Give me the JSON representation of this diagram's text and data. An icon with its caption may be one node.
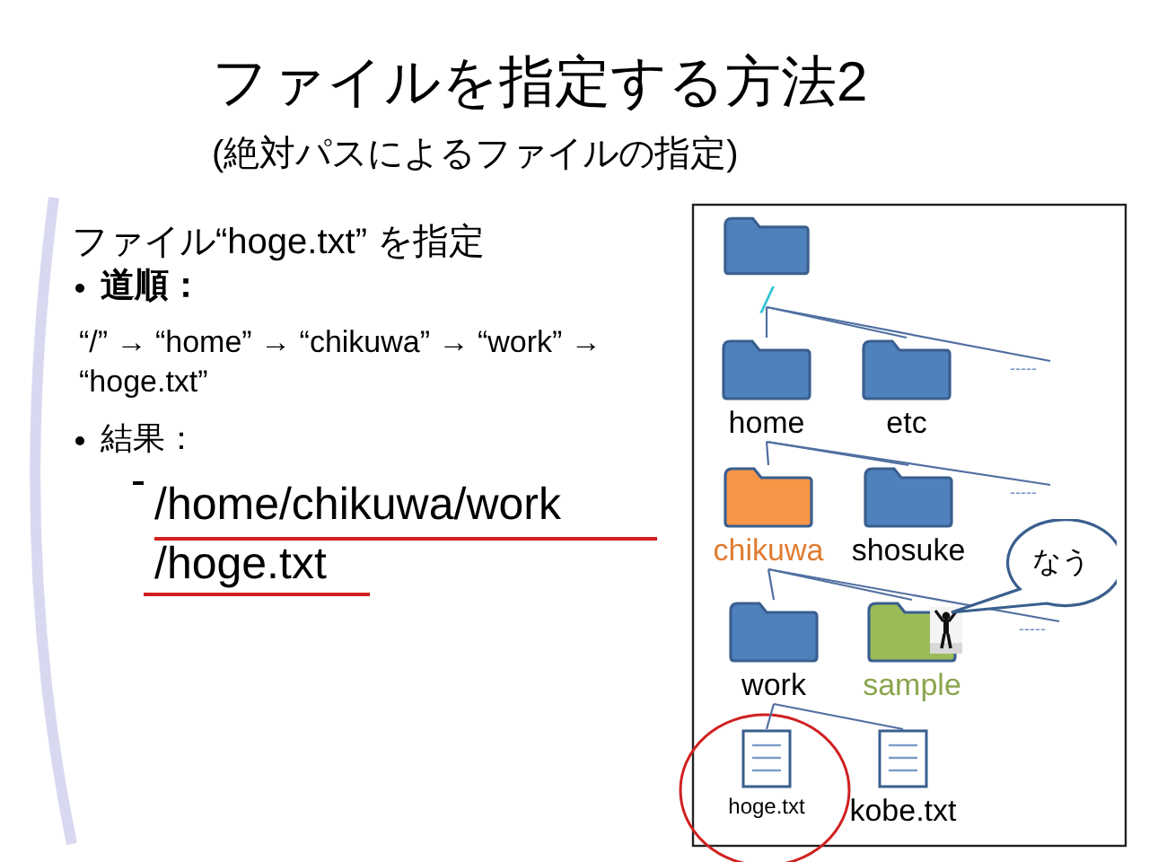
{
  "diagram": {
    "title": "ファイルを指定する方法2",
    "caption": "(絶対パスによるファイルの指定)",
    "nodes": [
      {
        "text": [
          "/"
        ]
      },
      {
        "text": [
          "home"
        ]
      },
      {
        "text": [
          "etc"
        ]
      },
      {
        "text": [
          "-----"
        ]
      },
      {
        "text": [
          "chikuwa"
        ]
      },
      {
        "text": [
          "shosuke"
        ]
      },
      {
        "text": [
          "-----"
        ]
      },
      {
        "text": [
          "work"
        ]
      },
      {
        "text": [
          "sample"
        ]
      },
      {
        "text": [
          "-----"
        ]
      },
      {
        "text": [
          "hoge.txt"
        ]
      },
      {
        "text": [
          "kobe.txt"
        ]
      },
      {
        "text": [
          "なう"
        ]
      }
    ],
    "edges": [
      {
        "from": 0,
        "to": 1,
        "arrow": "none"
      },
      {
        "from": 0,
        "to": 2,
        "arrow": "none"
      },
      {
        "from": 0,
        "to": 3,
        "arrow": "none"
      },
      {
        "from": 1,
        "to": 4,
        "arrow": "none"
      },
      {
        "from": 1,
        "to": 5,
        "arrow": "none"
      },
      {
        "from": 1,
        "to": 6,
        "arrow": "none"
      },
      {
        "from": 4,
        "to": 7,
        "arrow": "none"
      },
      {
        "from": 4,
        "to": 8,
        "arrow": "none"
      },
      {
        "from": 4,
        "to": 9,
        "arrow": "none"
      },
      {
        "from": 7,
        "to": 10,
        "arrow": "none"
      },
      {
        "from": 7,
        "to": 11,
        "arrow": "none"
      }
    ],
    "labels": [
      "ファイル“hoge.txt” を指定",
      "道順：",
      "“/” → “home” → “chikuwa” → “work” → “hoge.txt”",
      "結果：",
      "/home/chikuwa/work /hoge.txt"
    ]
  }
}
